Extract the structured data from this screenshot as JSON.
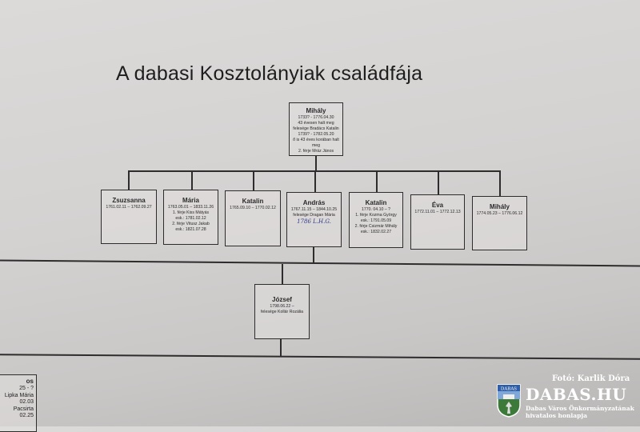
{
  "title": "A dabasi Kosztolányiak családfája",
  "root": {
    "name": "Mihály",
    "lines": [
      "1733? - 1776.04.30",
      "43 évesen halt meg",
      "felesége Bradács Katalin",
      "1739? - 1782.05.20",
      "ő is 43 éves korában halt meg",
      "2. férje Mráz János"
    ]
  },
  "children": [
    {
      "name": "Zsuzsanna",
      "lines": [
        "1761.02.11 – 1762.09.27"
      ]
    },
    {
      "name": "Mária",
      "lines": [
        "1763.05.01 – 1833.11.26",
        "1. férje Kiss Mátyás",
        "esk.: 1781.02.12",
        "2. férje Vitusz Jakab",
        "esk.: 1821.07.28"
      ]
    },
    {
      "name": "Katalin",
      "lines": [
        "1765.09.10 – 1770.02.12"
      ]
    },
    {
      "name": "András",
      "lines": [
        "1767.11.15 – 1844.10.25",
        "felesége Dragan Mária"
      ],
      "handwritten": "1786 L.H.G."
    },
    {
      "name": "Katalin",
      "lines": [
        "1770. 04.10 – ?",
        "1. férje Kozma György",
        "esk.: 1791.05.09",
        "2. férje Csizmár Mihály",
        "esk.: 1832.02.27"
      ]
    },
    {
      "name": "Éva",
      "lines": [
        "1772.11.01 – 1772.12.13"
      ]
    },
    {
      "name": "Mihály",
      "lines": [
        "1774.05.23 – 1776.06.12"
      ]
    }
  ],
  "grandchild": {
    "name": "József",
    "lines": [
      "1798.06.22 –",
      "felesége Kollár Rozália"
    ]
  },
  "partial_box": {
    "name": "os",
    "lines": [
      "25 - ?",
      "Lipka Mária",
      "02.03",
      "Pacsirta",
      "",
      "02.25"
    ]
  },
  "credit": "Fotó: Karlik Dóra",
  "logo": {
    "shield_text": "DABAS",
    "site": "DABAS.HU",
    "subtitle_1": "Dabas Város Önkormányzatának",
    "subtitle_2": "hivatalos honlapja"
  }
}
